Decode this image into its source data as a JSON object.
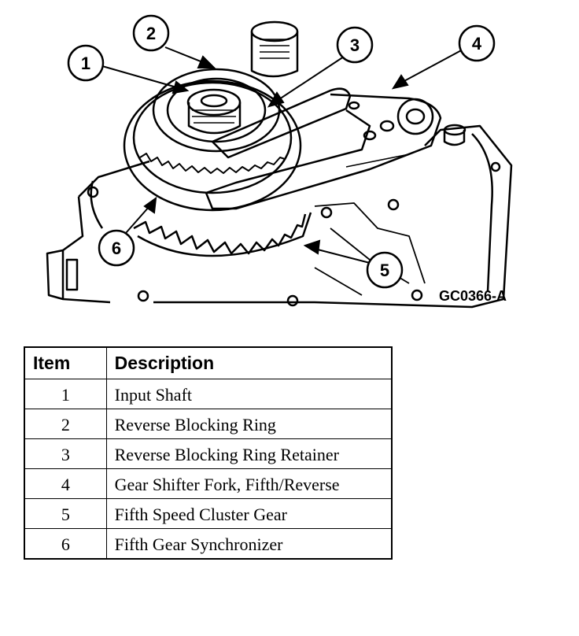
{
  "figure": {
    "code": "GC0366-A",
    "callouts": [
      {
        "id": "1"
      },
      {
        "id": "2"
      },
      {
        "id": "3"
      },
      {
        "id": "4"
      },
      {
        "id": "5"
      },
      {
        "id": "6"
      }
    ]
  },
  "legend": {
    "headers": {
      "item": "Item",
      "description": "Description"
    },
    "rows": [
      {
        "item": "1",
        "description": "Input Shaft"
      },
      {
        "item": "2",
        "description": "Reverse Blocking Ring"
      },
      {
        "item": "3",
        "description": "Reverse Blocking Ring Retainer"
      },
      {
        "item": "4",
        "description": "Gear Shifter Fork, Fifth/Reverse"
      },
      {
        "item": "5",
        "description": "Fifth Speed Cluster Gear"
      },
      {
        "item": "6",
        "description": "Fifth Gear Synchronizer"
      }
    ]
  }
}
